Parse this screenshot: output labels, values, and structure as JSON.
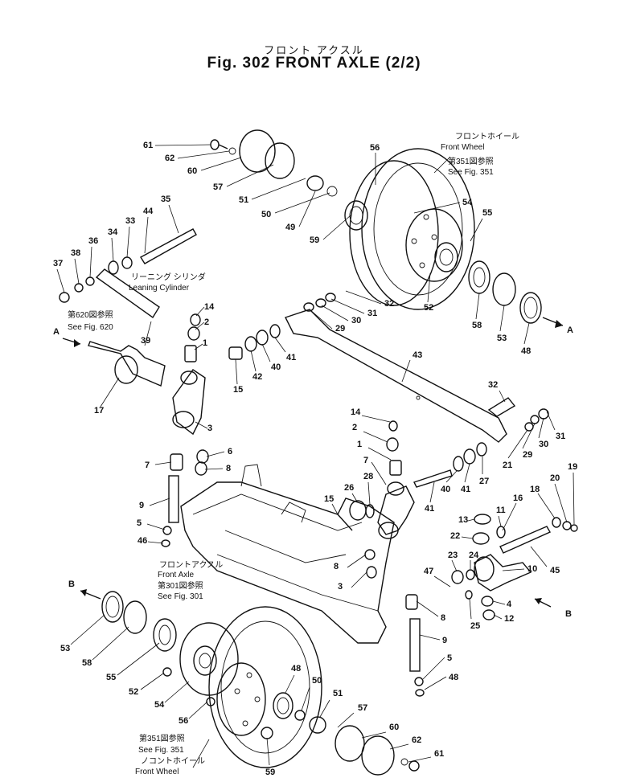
{
  "header": {
    "title_jp": "フロント アクスル",
    "title": "Fig. 302 FRONT AXLE (2/2)"
  },
  "notes": {
    "wheel_top_jp": "フロントホイール",
    "wheel_top_en": "Front Wheel",
    "wheel_top_ref_jp": "第351図参照",
    "wheel_top_ref_en": "See Fig. 351",
    "lean_jp": "リーニング シリンダ",
    "lean_en": "Leaning Cylinder",
    "lean_ref_jp": "第620図参照",
    "lean_ref_en": "See Fig. 620",
    "axle_jp": "フロントアクスル",
    "axle_en": "Front Axle",
    "axle_ref_jp": "第301図参照",
    "axle_ref_en": "See Fig. 301",
    "wheel_bot_ref_jp": "第351図参照",
    "wheel_bot_ref_en": "See Fig. 351",
    "wheel_bot_jp": "ノコントホイール",
    "wheel_bot_en": "Front Wheel"
  },
  "arrows": {
    "a": "A",
    "b": "B"
  },
  "callouts": [
    "61",
    "62",
    "60",
    "57",
    "51",
    "50",
    "49",
    "56",
    "59",
    "54",
    "55",
    "52",
    "58",
    "53",
    "48",
    "35",
    "44",
    "33",
    "34",
    "36",
    "38",
    "37",
    "32",
    "31",
    "30",
    "29",
    "41",
    "40",
    "42",
    "15",
    "14",
    "2",
    "1",
    "3",
    "7",
    "6",
    "8",
    "9",
    "5",
    "46",
    "17",
    "39",
    "43",
    "32",
    "31",
    "30",
    "29",
    "21",
    "19",
    "20",
    "18",
    "16",
    "45",
    "10",
    "4",
    "12",
    "11",
    "13",
    "22",
    "23",
    "24",
    "47",
    "25",
    "41",
    "40",
    "41",
    "27",
    "26",
    "28",
    "15",
    "14",
    "2",
    "1",
    "7",
    "8",
    "3",
    "8",
    "9",
    "5",
    "48",
    "53",
    "58",
    "55",
    "52",
    "54",
    "56",
    "59",
    "48",
    "50",
    "51",
    "57",
    "60",
    "62",
    "61"
  ]
}
